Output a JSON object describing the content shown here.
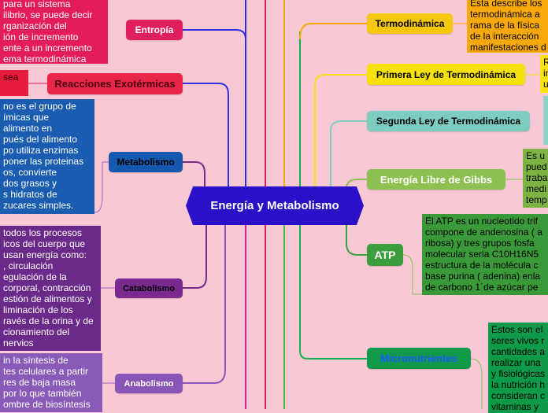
{
  "central": {
    "label": "Energía y Metabolismo",
    "color": "#2a11c8"
  },
  "left_branches": [
    {
      "label": "Entropía",
      "color": "#e0205e",
      "text_color": "#ffffff",
      "note": "para un sistema\nilibrio, se puede decir\nrganización del\nión de incremento\nente a un incremento\nema termodinámica",
      "note_color": "#e51c5c",
      "note_text": "#ffffff"
    },
    {
      "label": "Reacciones Exotérmicas",
      "color": "#e8264a",
      "text_color": "#4a0010",
      "note": "sea",
      "note_color": "#e51c3c",
      "note_text": "#3a0008"
    },
    {
      "label": "Metabolismo",
      "color": "#1458b0",
      "text_color": "#000000",
      "note": "no es el grupo de\nímicas que\nalimento en\npués del alimento\npo utiliza enzimas\nponer las proteinas\nos, convierte\ndos grasos y\ns hidratos de\nzucares simples.",
      "note_color": "#1a5cb0",
      "note_text": "#ffffff"
    },
    {
      "label": "Catabolismo",
      "color": "#7a2a8e",
      "text_color": "#000000",
      "note": "todos los procesos\nicos del cuerpo que\nusan energía como:\n, circulación\negulación de la\ncorporal, contracción\nestión de alimentos y\nliminación de los\nravés de la orina y de\ncionamiento del\nnervios",
      "note_color": "#6a2a8a",
      "note_text": "#ffffff"
    },
    {
      "label": "Anabolismo",
      "color": "#8a55b8",
      "text_color": "#ffffff",
      "note": "in la síntesis de\ntes celulares a partir\nres de baja masa\npor lo que también\nombre de biosíntesis",
      "note_color": "#8a5ab8",
      "note_text": "#ffffff"
    }
  ],
  "right_branches": [
    {
      "label": "Termodinámica",
      "color": "#f5c80a",
      "text_color": "#000000",
      "note": "Esta describe los\ntermodinámica a\nrama de la física\nde la interacción\nmanifestaciones d",
      "note_color": "#f7a90c",
      "note_text": "#000000"
    },
    {
      "label": "Primera Ley de Termodinámica",
      "color": "#f7e10a",
      "text_color": "#000000",
      "note": "R\nin\nu",
      "note_color": "#f7e30f",
      "note_text": "#000000"
    },
    {
      "label": "Segunda Ley de Termodinámica",
      "color": "#7ccdc0",
      "text_color": "#000000",
      "note": "",
      "note_color": "#8bd2c8",
      "note_text": "#000000"
    },
    {
      "label": "Energía Libre de Gibbs",
      "color": "#8cc152",
      "text_color": "#ffffff",
      "note": "Es u\npued\ntraba\nmedi\ntemp",
      "note_color": "#7cb342",
      "note_text": "#000000"
    },
    {
      "label": "ATP",
      "color": "#3c9e3c",
      "text_color": "#ffffff",
      "note": "El ATP es un nucleotido trif\ncompone de andenosina ( a\nribosa) y tres grupos fosfa\nmolecular seria C10H16N5\nestructura de la molécula c\nbase purina ( adenina) enla\nde carbono 1´de azúcar pe",
      "note_color": "#3a9a3a",
      "note_text": "#000000"
    },
    {
      "label": "Micronutrientes",
      "color": "#109a4a",
      "text_color": "#1a5cff",
      "note": "Estos son el\nseres vivos r\ncantidades a\nrealizar una\ny fisiológicas\nla nutrición h\nconsideran c\nvitaminas y\nque se requi\ncantidades.",
      "note_color": "#0e9a48",
      "note_text": "#000000"
    }
  ]
}
